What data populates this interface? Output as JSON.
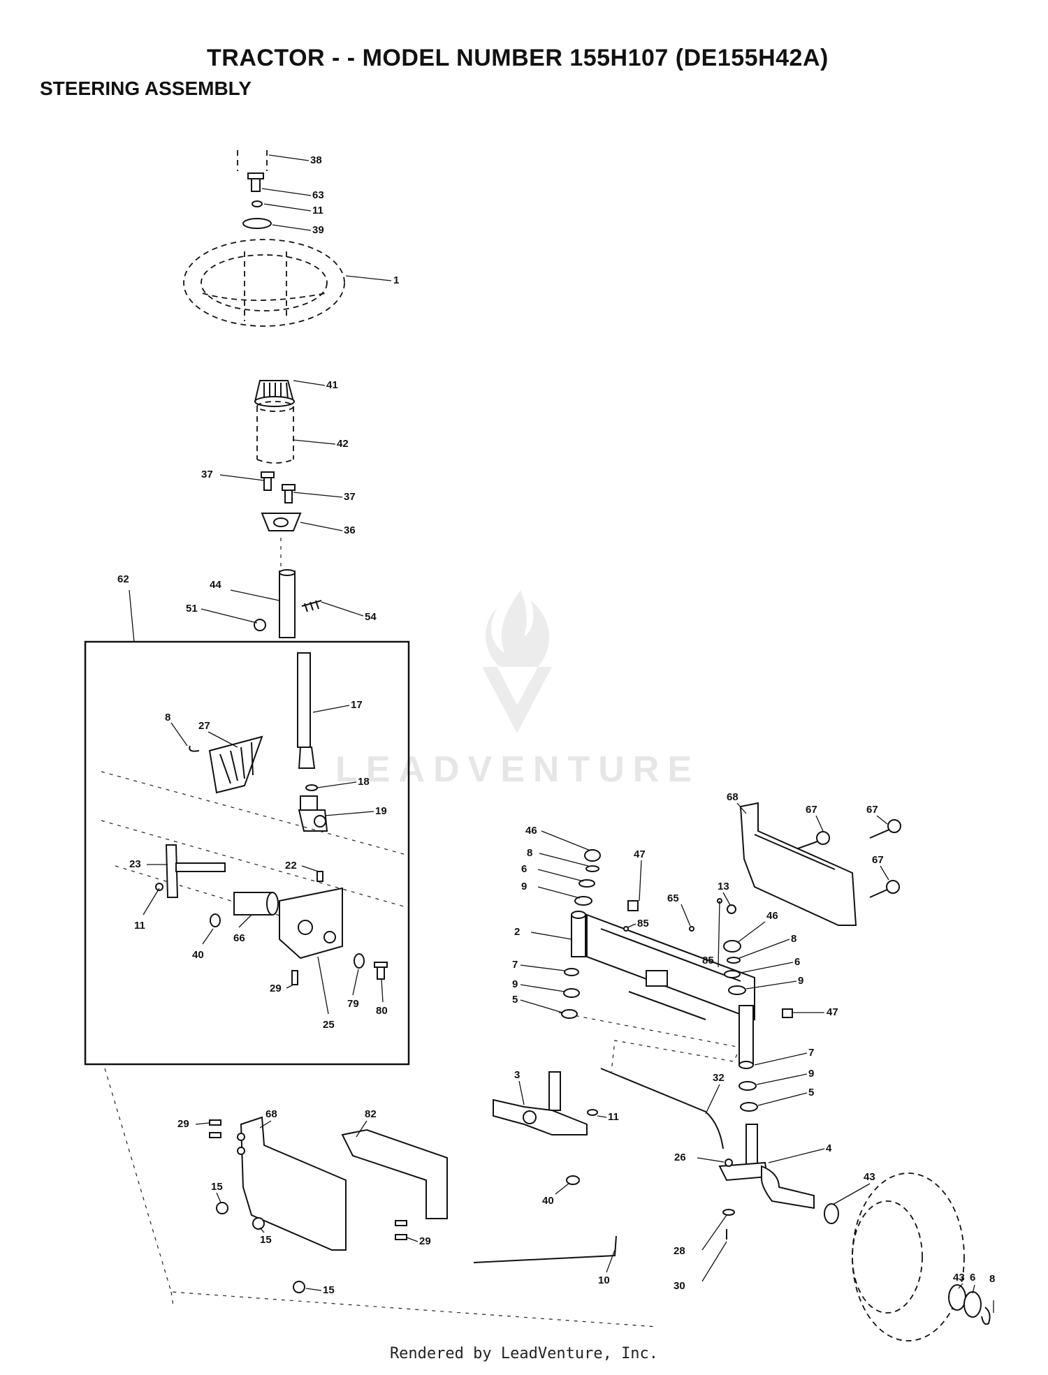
{
  "header": {
    "title": "TRACTOR - - MODEL NUMBER 155H107 (DE155H42A)",
    "subtitle": "STEERING ASSEMBLY"
  },
  "watermark": "LEADVENTURE",
  "footer": "Rendered by LeadVenture, Inc.",
  "callouts": [
    "38",
    "63",
    "11",
    "39",
    "1",
    "41",
    "42",
    "37",
    "37",
    "36",
    "62",
    "44",
    "54",
    "51",
    "17",
    "8",
    "27",
    "18",
    "19",
    "23",
    "22",
    "11",
    "40",
    "66",
    "29",
    "79",
    "80",
    "25",
    "68",
    "67",
    "67",
    "67",
    "46",
    "8",
    "6",
    "9",
    "47",
    "13",
    "65",
    "85",
    "2",
    "46",
    "8",
    "85",
    "6",
    "9",
    "7",
    "9",
    "5",
    "47",
    "7",
    "9",
    "5",
    "32",
    "3",
    "11",
    "26",
    "4",
    "43",
    "40",
    "28",
    "10",
    "30",
    "43",
    "6",
    "8",
    "29",
    "68",
    "82",
    "15",
    "15",
    "29",
    "15"
  ],
  "colors": {
    "line": "#111111",
    "watermark": "#e6e6e6"
  }
}
